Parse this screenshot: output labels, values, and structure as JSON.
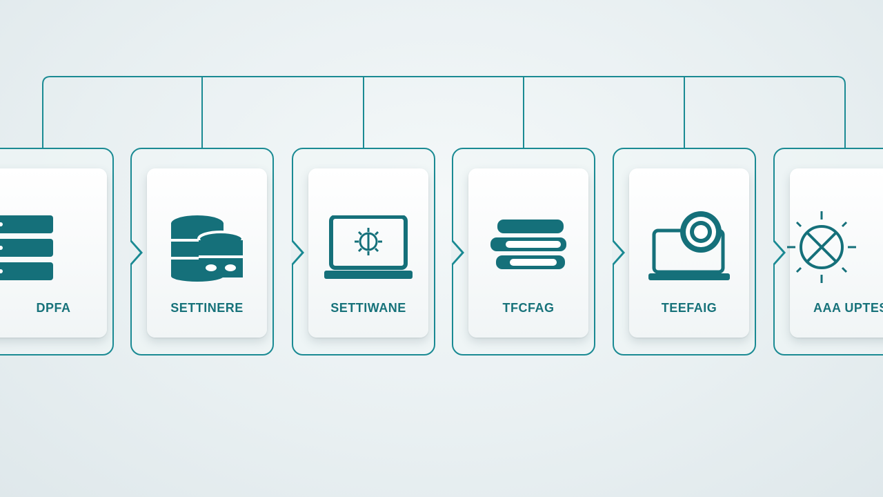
{
  "steps": [
    {
      "label": "DPFA",
      "icon": "database-server-icon"
    },
    {
      "label": "SETTINERE",
      "icon": "database-cylinders-icon"
    },
    {
      "label": "SETTIWANE",
      "icon": "laptop-gear-icon"
    },
    {
      "label": "TFCFAG",
      "icon": "stacked-bars-icon"
    },
    {
      "label": "TEEFAIG",
      "icon": "laptop-cog-icon"
    },
    {
      "label": "AAA UPTES",
      "icon": "target-crosshair-icon"
    }
  ],
  "colors": {
    "accent": "#1a8a93",
    "icon": "#15707a",
    "background": "#e9f0f2"
  }
}
